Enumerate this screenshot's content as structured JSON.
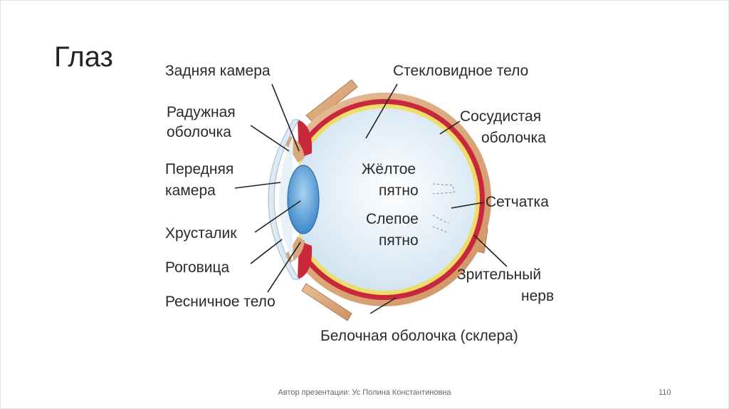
{
  "slide": {
    "title": "Глаз",
    "footer_author": "Автор презентации: Ус Полина Константиновна",
    "page_number": "110"
  },
  "diagram": {
    "labels": {
      "posterior_chamber": "Задняя камера",
      "iris_1": "Радужная",
      "iris_2": "оболочка",
      "anterior_chamber_1": "Передняя",
      "anterior_chamber_2": "камера",
      "lens": "Хрусталик",
      "cornea": "Роговица",
      "ciliary_body": "Ресничное тело",
      "vitreous_body": "Стекловидное тело",
      "choroid_1": "Сосудистая",
      "choroid_2": "оболочка",
      "macula_1": "Жёлтое",
      "macula_2": "пятно",
      "retina": "Сетчатка",
      "blind_spot_1": "Слепое",
      "blind_spot_2": "пятно",
      "optic_nerve_1": "Зрительный",
      "optic_nerve_2": "нерв",
      "sclera": "Белочная оболочка (склера)"
    },
    "colors": {
      "sclera": "#d9a77c",
      "choroid": "#c8283a",
      "retina": "#f0dc6a",
      "vitreous": "#dbe9f4",
      "lens": "#5b9fd6",
      "cornea": "#dfe9f3"
    }
  }
}
